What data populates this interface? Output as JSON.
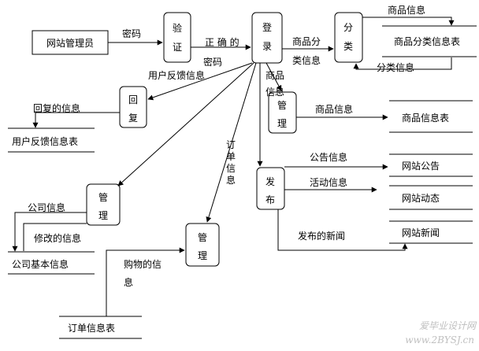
{
  "entity": {
    "admin": "网站管理员"
  },
  "processes": {
    "verify": [
      "验",
      "证"
    ],
    "login": [
      "登",
      "录"
    ],
    "classify": [
      "分",
      "类"
    ],
    "reply": [
      "回",
      "复"
    ],
    "manage_goods": [
      "管",
      "理"
    ],
    "publish": [
      "发",
      "布"
    ],
    "manage_company": [
      "管",
      "理"
    ],
    "manage_orders": [
      "管",
      "理"
    ]
  },
  "stores": {
    "goods_class": "商品分类信息表",
    "goods_info": "商品信息表",
    "feedback": "用户反馈信息表",
    "notice": "网站公告",
    "activity": "网站动态",
    "news": "网站新闻",
    "company": "公司基本信息",
    "orders": "订单信息表"
  },
  "flows": {
    "password": "密码",
    "correct_pwd_1": "正 确 的",
    "correct_pwd_2": "密码",
    "goods_class_1": "商品分",
    "goods_class_2": "类信息",
    "goods_info_top": "商品信息",
    "class_info": "分类信息",
    "feedback_info": "用户反馈信息",
    "goods_info_v1": "商品",
    "goods_info_v2": "信息",
    "reply_info": "回复的信息",
    "goods_info_mid": "商品信息",
    "order_v": [
      "订",
      "单",
      "信",
      "息"
    ],
    "notice_info": "公告信息",
    "activity_info": "活动信息",
    "published_news": "发布的新闻",
    "company_info": "公司信息",
    "modified_info": "修改的信息",
    "purchase_1": "购物的信",
    "purchase_2": "息"
  },
  "watermark": {
    "title": "爱毕业设计网",
    "url": "www.2BYSJ.cn"
  }
}
